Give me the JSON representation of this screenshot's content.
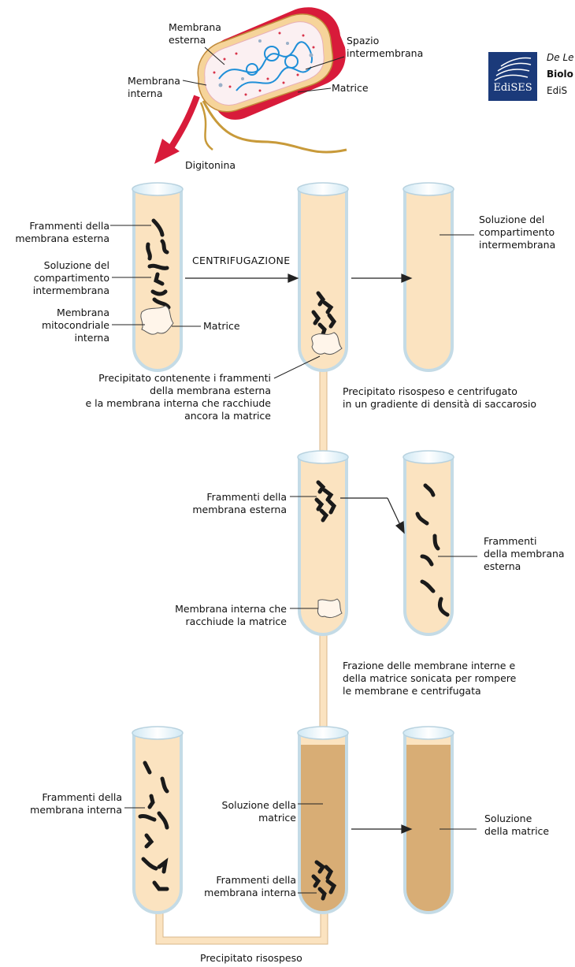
{
  "publisher": {
    "logo_text": "EdiSES",
    "line1": "De Le",
    "line2": "Biolo",
    "line3": "EdiS"
  },
  "mito": {
    "outer_membrane": [
      "Membrana",
      "esterna"
    ],
    "inner_membrane": [
      "Membrana",
      "interna"
    ],
    "intermembrane_space": [
      "Spazio",
      "intermembrana"
    ],
    "matrix": "Matrice",
    "reagent": "Digitonina"
  },
  "step1": {
    "outer_fragments": [
      "Frammenti della",
      "membrana esterna"
    ],
    "intermembrane_solution": [
      "Soluzione del",
      "compartimento",
      "intermembrana"
    ],
    "inner_membrane": [
      "Membrana",
      "mitocondriale",
      "interna"
    ],
    "matrix": "Matrice",
    "centrifugation": "CENTRIFUGAZIONE",
    "supernatant": [
      "Soluzione del",
      "compartimento",
      "intermembrana"
    ],
    "pellet": [
      "Precipitato contenente i frammenti",
      "della membrana esterna",
      "e la membrana interna che racchiude",
      "ancora la matrice"
    ],
    "resuspend": [
      "Precipitato risospeso e centrifugato",
      "in un gradiente di densità di saccarosio"
    ]
  },
  "step2": {
    "outer_fragments": [
      "Frammenti della",
      "membrana esterna"
    ],
    "inner_with_matrix": [
      "Membrana interna che",
      "racchiude la matrice"
    ],
    "isolated_outer": [
      "Frammenti",
      "della membrana",
      "esterna"
    ],
    "sonication": [
      "Frazione delle membrane interne e",
      "della matrice sonicata per rompere",
      "le membrane e centrifugata"
    ]
  },
  "step3": {
    "inner_fragments": [
      "Frammenti della",
      "membrana interna"
    ],
    "matrix_solution": [
      "Soluzione della",
      "matrice"
    ],
    "pellet_inner": [
      "Frammenti della",
      "membrana interna"
    ],
    "final_solution": [
      "Soluzione",
      "della matrice"
    ],
    "resuspended": "Precipitato risospeso"
  }
}
